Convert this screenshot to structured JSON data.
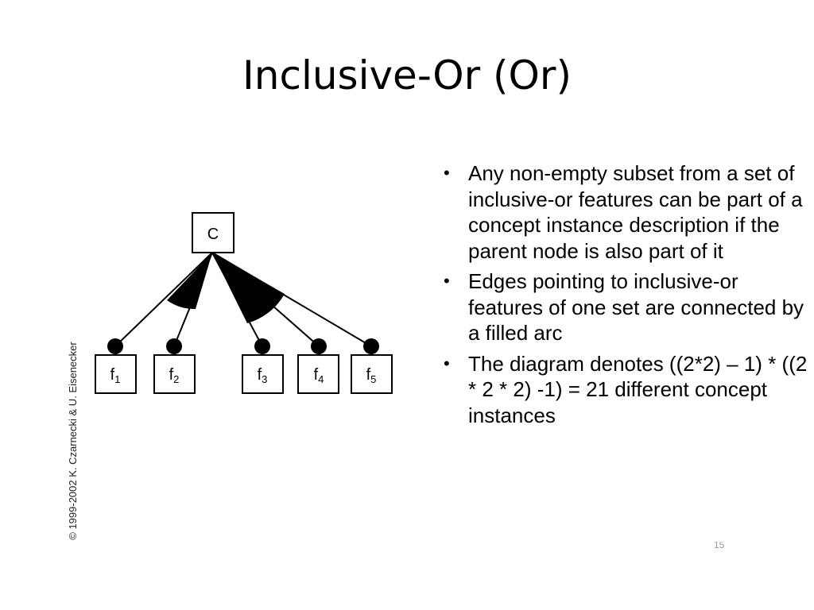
{
  "title": "Inclusive-Or (Or)",
  "copyright": "© 1999-2002 K. Czarnecki & U. Eisenecker",
  "diagram": {
    "root": "C",
    "features": [
      {
        "base": "f",
        "sub": "1"
      },
      {
        "base": "f",
        "sub": "2"
      },
      {
        "base": "f",
        "sub": "3"
      },
      {
        "base": "f",
        "sub": "4"
      },
      {
        "base": "f",
        "sub": "5"
      }
    ]
  },
  "bullets": [
    "Any non-empty subset from a set of inclusive-or features can be part of a concept instance description if the parent node is also part of it",
    "Edges pointing to inclusive-or features of one set are connected by a filled arc",
    "The diagram denotes ((2*2) – 1) * ((2 * 2 * 2) -1) = 21 different concept instances"
  ],
  "page_number": "15"
}
